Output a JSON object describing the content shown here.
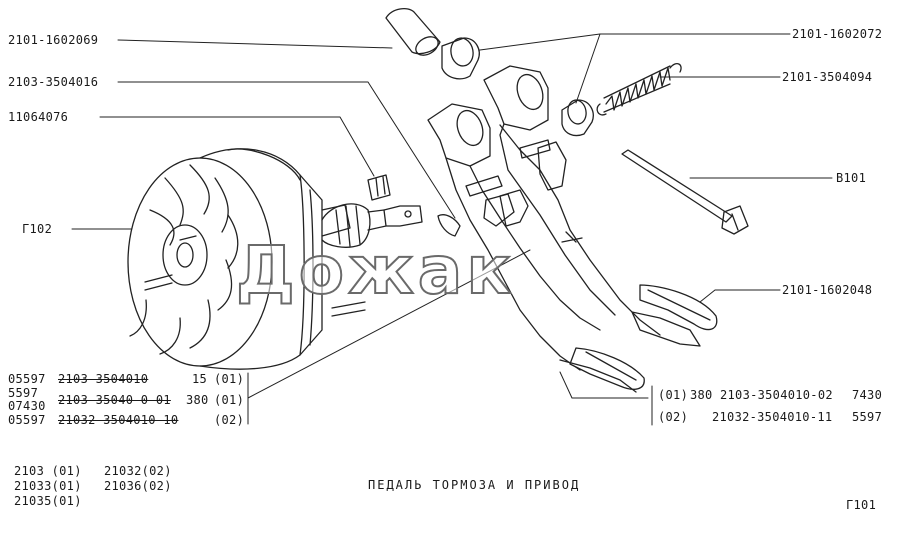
{
  "diagram_title": "ПЕДАЛЬ ТОРМОЗА И ПРИВОД",
  "page_code": "Г101",
  "watermark": "Дожак",
  "callouts": {
    "left": [
      "2101-1602069",
      "2103-3504016",
      "11064076",
      "Г102"
    ],
    "right": [
      "2101-1602072",
      "2101-3504094",
      "В101",
      "2101-1602048"
    ]
  },
  "left_table": [
    {
      "code": "05597",
      "part": "2103-3504010",
      "qty": "15",
      "app": "(01)"
    },
    {
      "code": "5597",
      "part": "",
      "qty": "",
      "app": ""
    },
    {
      "code": "07430",
      "part": "2103-35040 0-01",
      "qty": "380",
      "app": "(01)"
    },
    {
      "code": "05597",
      "part": "21032-3504010-10",
      "qty": "",
      "app": "(02)"
    }
  ],
  "right_table": [
    {
      "app": "(01)",
      "qty": "380",
      "part": "2103-3504010-02",
      "code": "7430"
    },
    {
      "app": "(02)",
      "qty": "",
      "part": "21032-3504010-11",
      "code": "5597"
    }
  ],
  "model_list": [
    [
      "2103 (01)",
      "21032(02)"
    ],
    [
      "21033(01)",
      "21036(02)"
    ],
    [
      "21035(01)",
      ""
    ]
  ]
}
